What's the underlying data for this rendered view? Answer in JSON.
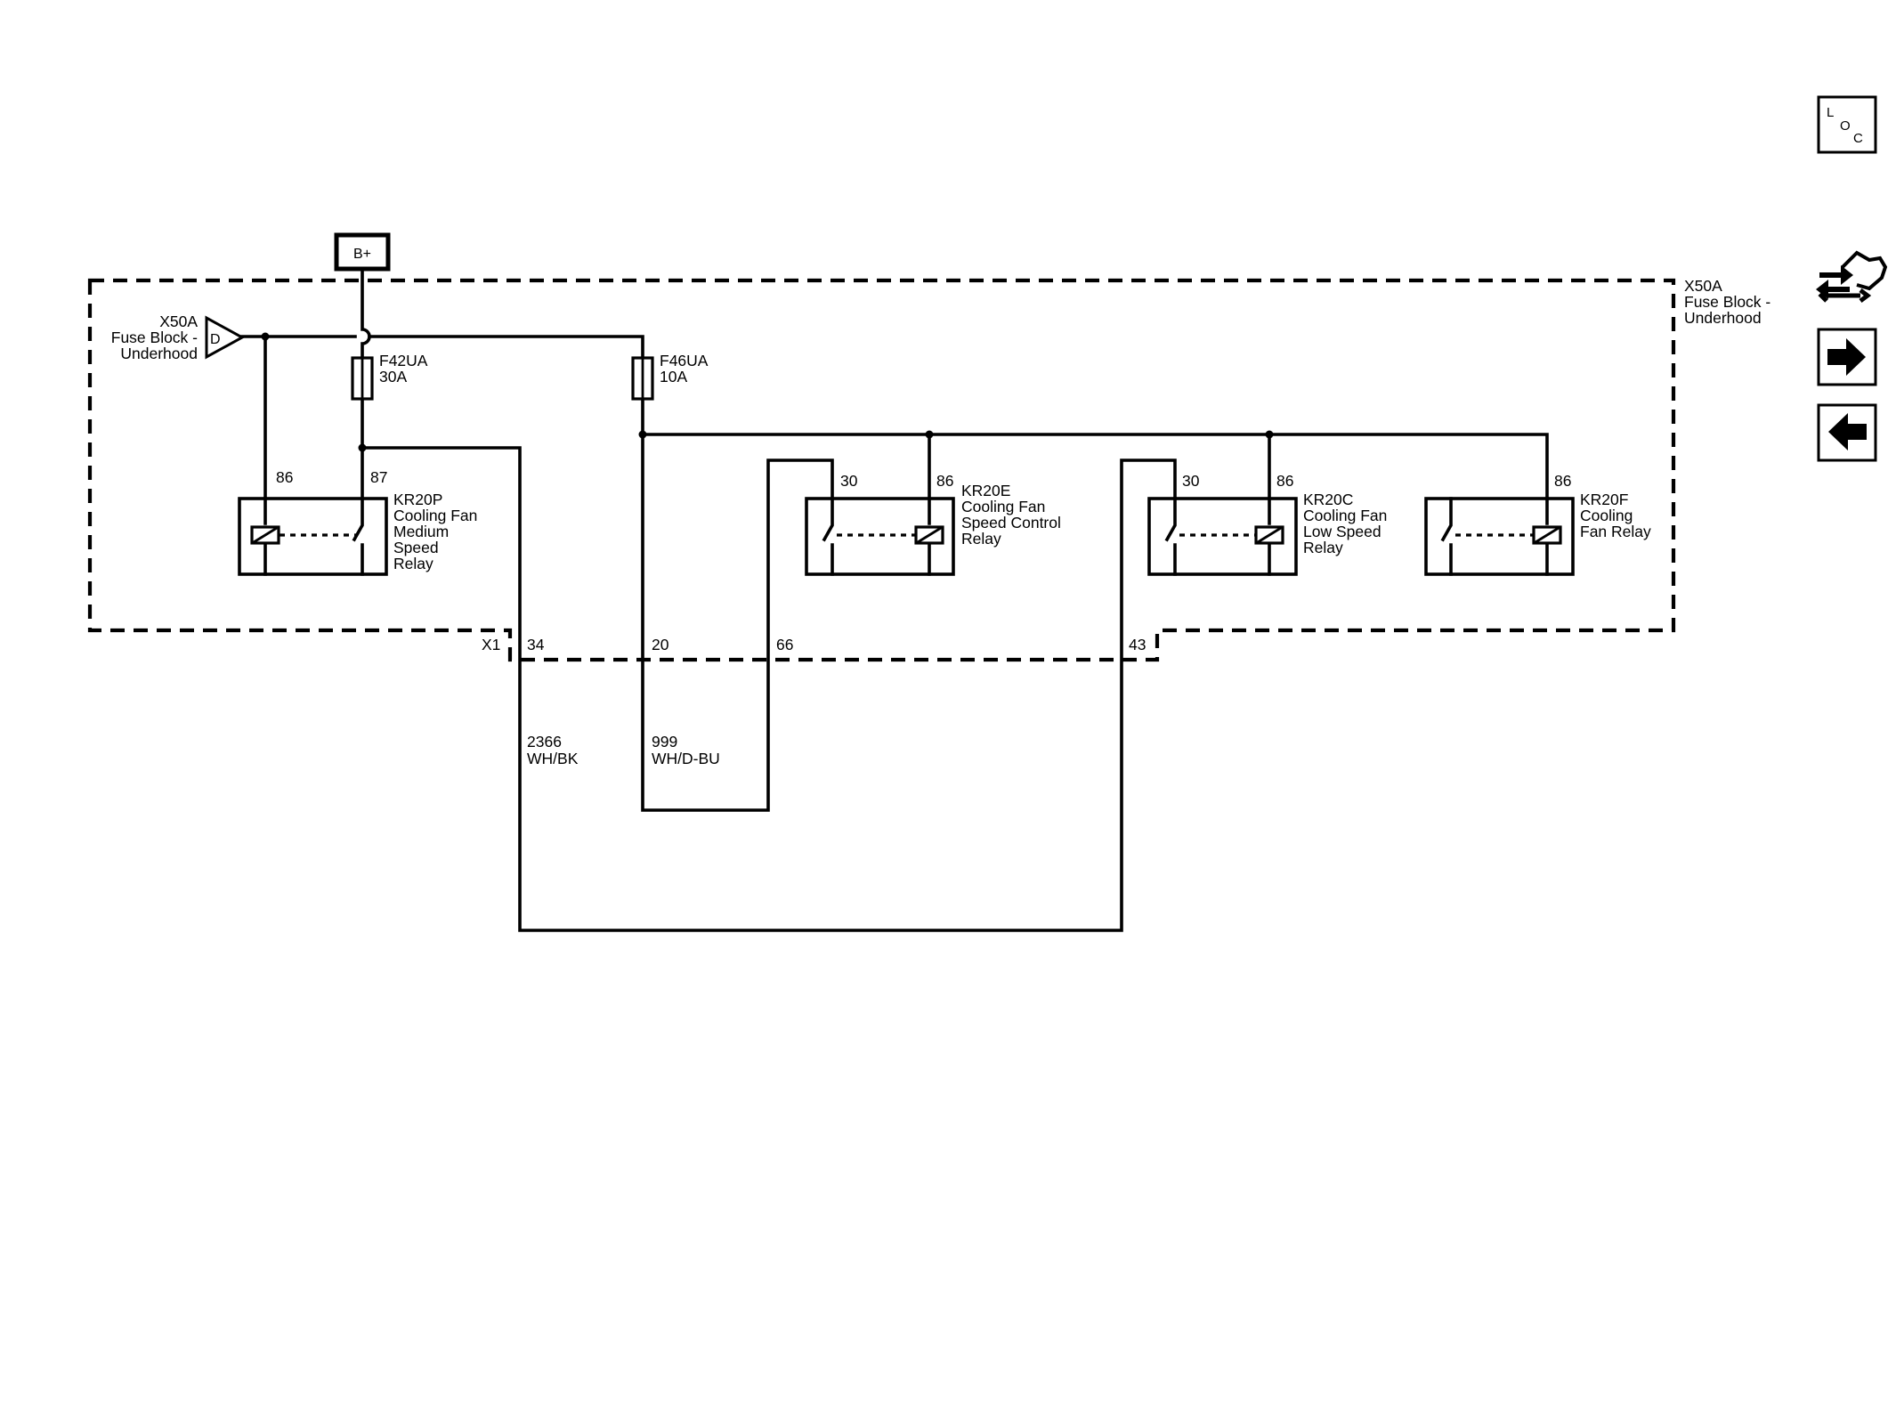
{
  "power_source": {
    "label": "B+"
  },
  "fuse_block": {
    "left_label": {
      "line1": "X50A",
      "line2": "Fuse Block -",
      "line3": "Underhood"
    },
    "right_label": {
      "line1": "X50A",
      "line2": "Fuse Block -",
      "line3": "Underhood"
    },
    "connector_letter": "D"
  },
  "fuses": [
    {
      "name": "F42UA",
      "rating": "30A"
    },
    {
      "name": "F46UA",
      "rating": "10A"
    }
  ],
  "relays": [
    {
      "pins": [
        "86",
        "87"
      ],
      "lines": [
        "KR20P",
        "Cooling Fan",
        "Medium",
        "Speed",
        "Relay"
      ]
    },
    {
      "pins": [
        "30",
        "86"
      ],
      "lines": [
        "KR20E",
        "Cooling Fan",
        "Speed Control",
        "Relay"
      ]
    },
    {
      "pins": [
        "30",
        "86"
      ],
      "lines": [
        "KR20C",
        "Cooling Fan",
        "Low Speed",
        "Relay"
      ]
    },
    {
      "pins": [
        "86"
      ],
      "lines": [
        "KR20F",
        "Cooling",
        "Fan Relay"
      ]
    }
  ],
  "connector": {
    "name": "X1",
    "pins": [
      "34",
      "20",
      "66",
      "43"
    ]
  },
  "wires": [
    {
      "circuit": "2366",
      "color": "WH/BK"
    },
    {
      "circuit": "999",
      "color": "WH/D-BU"
    }
  ],
  "nav_icons": [
    {
      "name": "loc-icon",
      "letters": [
        "L",
        "O",
        "C"
      ]
    },
    {
      "name": "component-service-icon"
    },
    {
      "name": "arrow-right-icon"
    },
    {
      "name": "arrow-left-icon"
    }
  ]
}
